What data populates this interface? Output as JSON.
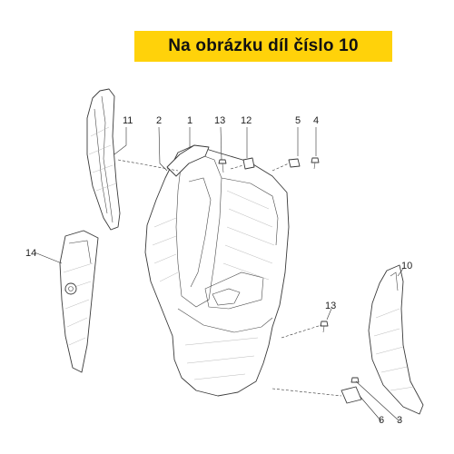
{
  "banner": {
    "text": "Na obrázku díl číslo 10",
    "background": "#ffd20a"
  },
  "callouts": {
    "n1": "1",
    "n2": "2",
    "n3": "3",
    "n4": "4",
    "n5": "5",
    "n6": "6",
    "n10": "10",
    "n11": "11",
    "n12": "12",
    "n13a": "13",
    "n13b": "13",
    "n14": "14"
  }
}
